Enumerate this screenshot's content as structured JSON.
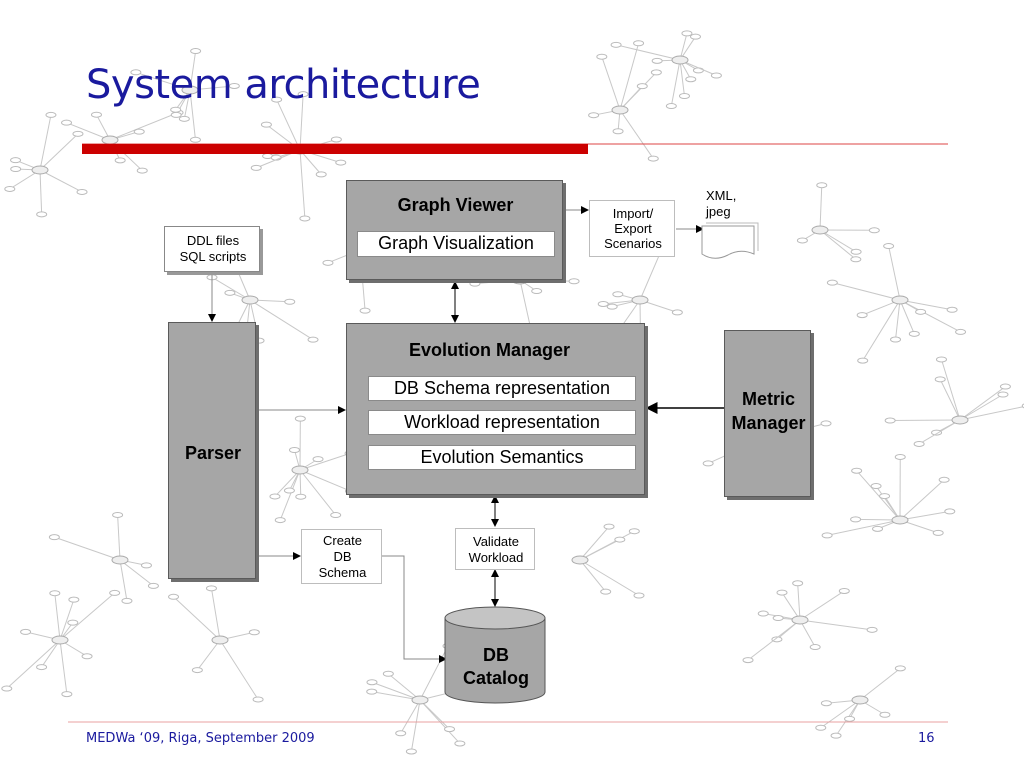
{
  "slide": {
    "title": "System architecture",
    "footer_left": "MEDWa ‘09, Riga, September 2009",
    "page_number": "16",
    "accent_color": "#cc0000",
    "title_color": "#1a1a9e"
  },
  "diagram": {
    "graph_viewer": {
      "title": "Graph Viewer",
      "inner": "Graph Visualization"
    },
    "import_export": {
      "line1": "Import/",
      "line2": "Export",
      "line3": "Scenarios"
    },
    "xml_jpeg": {
      "line1": "XML,",
      "line2": "jpeg"
    },
    "ddl_files": {
      "line1": "DDL files",
      "line2": "SQL scripts"
    },
    "parser": "Parser",
    "evolution_manager": {
      "title": "Evolution Manager",
      "items": [
        "DB Schema representation",
        "Workload representation",
        "Evolution Semantics"
      ]
    },
    "metric_manager": {
      "line1": "Metric",
      "line2": "Manager"
    },
    "create_db_schema": {
      "line1": "Create",
      "line2": "DB",
      "line3": "Schema"
    },
    "validate_workload": {
      "line1": "Validate",
      "line2": "Workload"
    },
    "db_catalog": {
      "line1": "DB",
      "line2": "Catalog"
    }
  }
}
